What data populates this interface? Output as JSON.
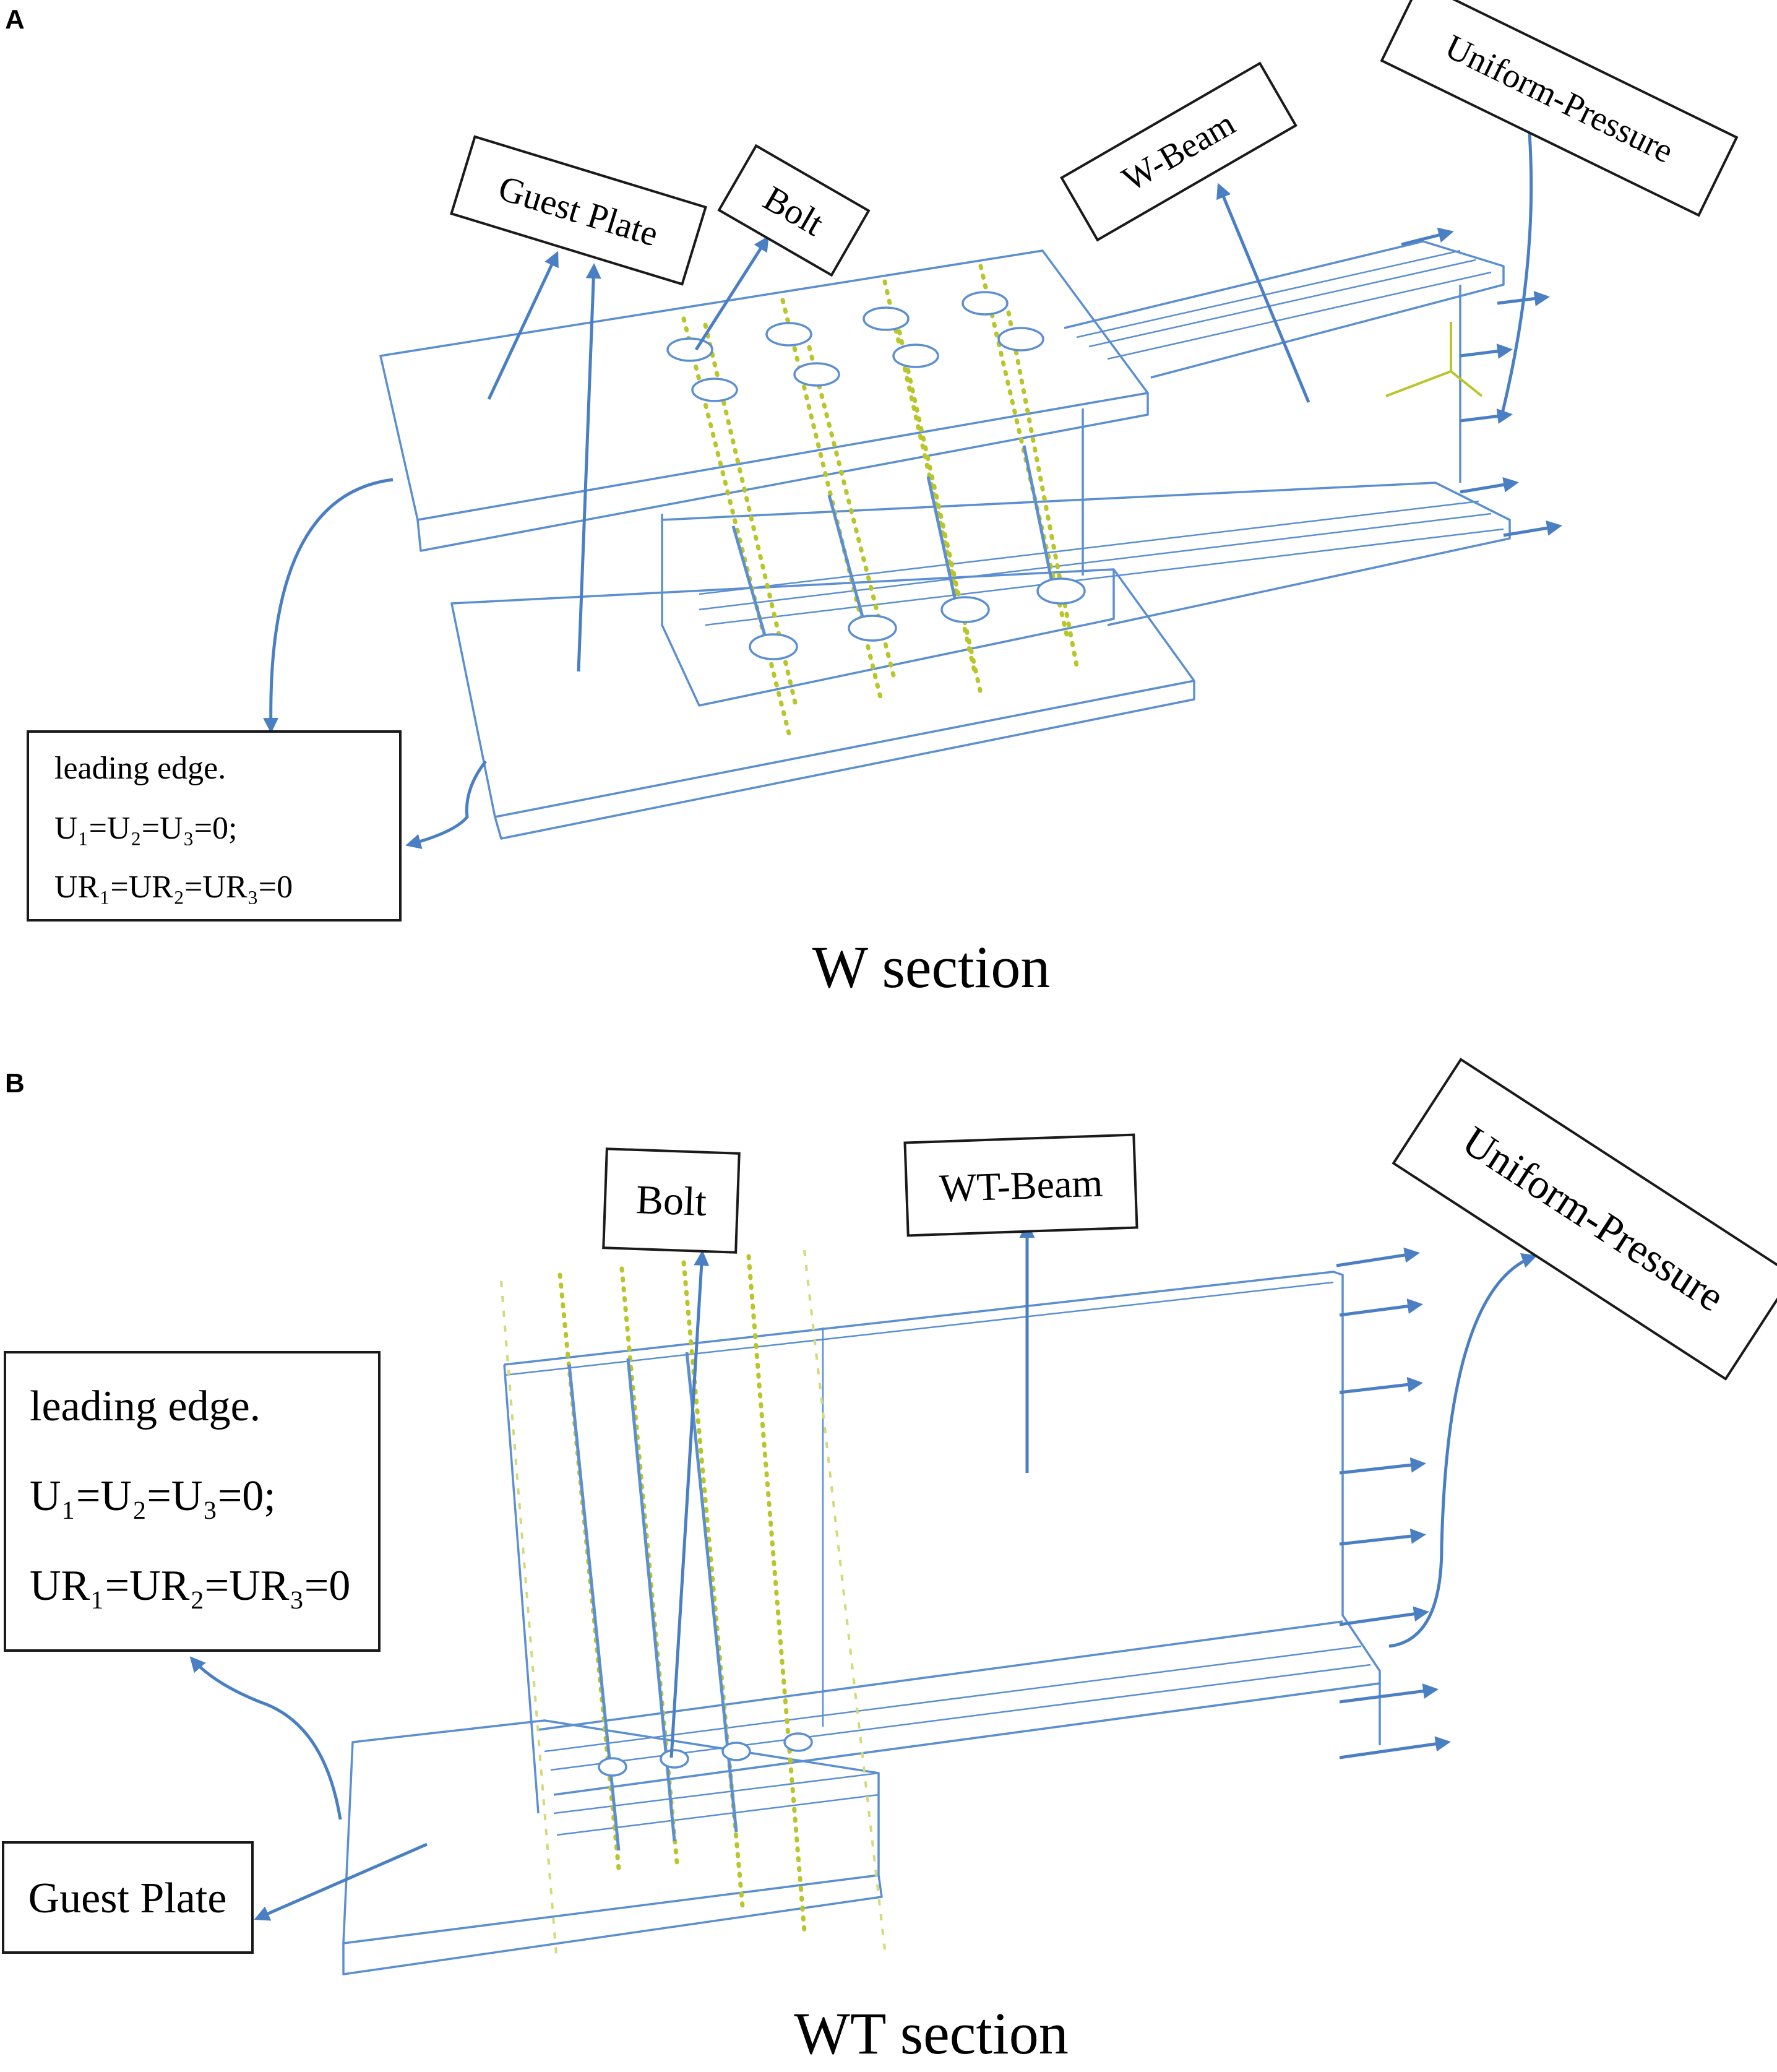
{
  "panel_a": {
    "letter": "A",
    "caption": "W section",
    "labels": {
      "guest_plate": "Guest Plate",
      "bolt": "Bolt",
      "beam": "W-Beam",
      "pressure": "Uniform-Pressure"
    },
    "boundary": {
      "line1": "leading edge.",
      "line2": "U₁=U₂=U₃=0;",
      "line3": "UR₁=UR₂=UR₃=0"
    }
  },
  "panel_b": {
    "letter": "B",
    "caption": "WT section",
    "labels": {
      "bolt": "Bolt",
      "beam": "WT-Beam",
      "pressure": "Uniform-Pressure",
      "guest_plate": "Guest Plate"
    },
    "boundary": {
      "line1": "leading edge.",
      "line2": "U₁=U₂=U₃=0;",
      "line3": "UR₁=UR₂=UR₃=0"
    }
  },
  "colors": {
    "beam_outline": "#5b8fd1",
    "arrow": "#4a7fc4",
    "bolt_axis": "#b9c62a",
    "label_border": "#1a1a1a"
  }
}
